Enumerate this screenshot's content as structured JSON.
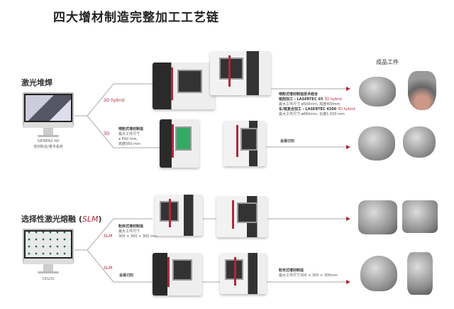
{
  "title": "四大增材制造完整加工工艺链",
  "products_header": "成品工件",
  "section1": {
    "heading": "激光堆焊",
    "software": "SIEMENS NX",
    "software_sub": "增材制造/量专系统",
    "branch_hybrid": "3D hybrid",
    "branch_3d": "3D",
    "machine_3d_text": [
      "喷粉式增材制造",
      "最大工件尺寸",
      "ø 650 mm,",
      "高度560 mm"
    ],
    "hybrid_text": {
      "heading": "喷粉式增材制造技术结合",
      "line1a": "铣削加工 - LASERTEC 65 ",
      "line1b": "3D hybrid",
      "line2": "最大工件尺寸:ø500mm, 高度400mm",
      "line3a": "车/铣复合加工 - LASERTEC 4300 ",
      "line3b": "3D hybrid",
      "line4": "最大工件尺寸:ø660mm, 长度1,500 mm"
    },
    "cutting_label": "金属切削"
  },
  "section2": {
    "heading": "选择性激光熔融 (",
    "heading_slm": "SLM",
    "heading_end": ")",
    "software": "CELOS",
    "branch_top": "SLM",
    "branch_bottom": "SLM",
    "machine_text": [
      "粉床式增材制造",
      "最大工件尺寸",
      "300 × 300 × 300 mm"
    ],
    "cutting_label": "金属切削",
    "result_text": [
      "粉末式增材制造",
      "最大工件尺寸300 × 300 × 300mm"
    ]
  },
  "colors": {
    "accent": "#b0283c",
    "line": "#999999"
  }
}
